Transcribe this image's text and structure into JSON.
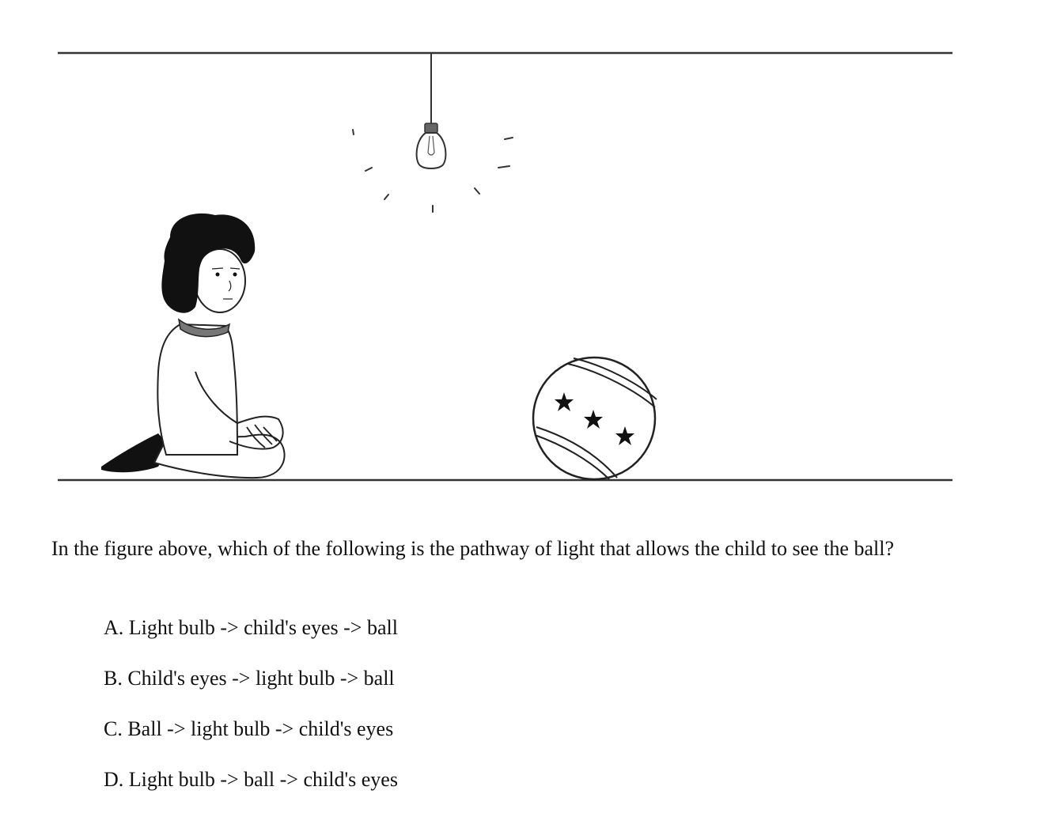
{
  "figure": {
    "elements": [
      "ceiling",
      "light bulb",
      "light rays",
      "child",
      "ball",
      "floor"
    ]
  },
  "question": {
    "text": "In the figure above, which of the following is the pathway of light that allows the child to see the ball?"
  },
  "options": [
    {
      "text": "A. Light bulb -> child's eyes -> ball"
    },
    {
      "text": "B. Child's eyes -> light bulb -> ball"
    },
    {
      "text": "C. Ball -> light bulb -> child's eyes"
    },
    {
      "text": "D. Light bulb -> ball -> child's eyes"
    }
  ]
}
